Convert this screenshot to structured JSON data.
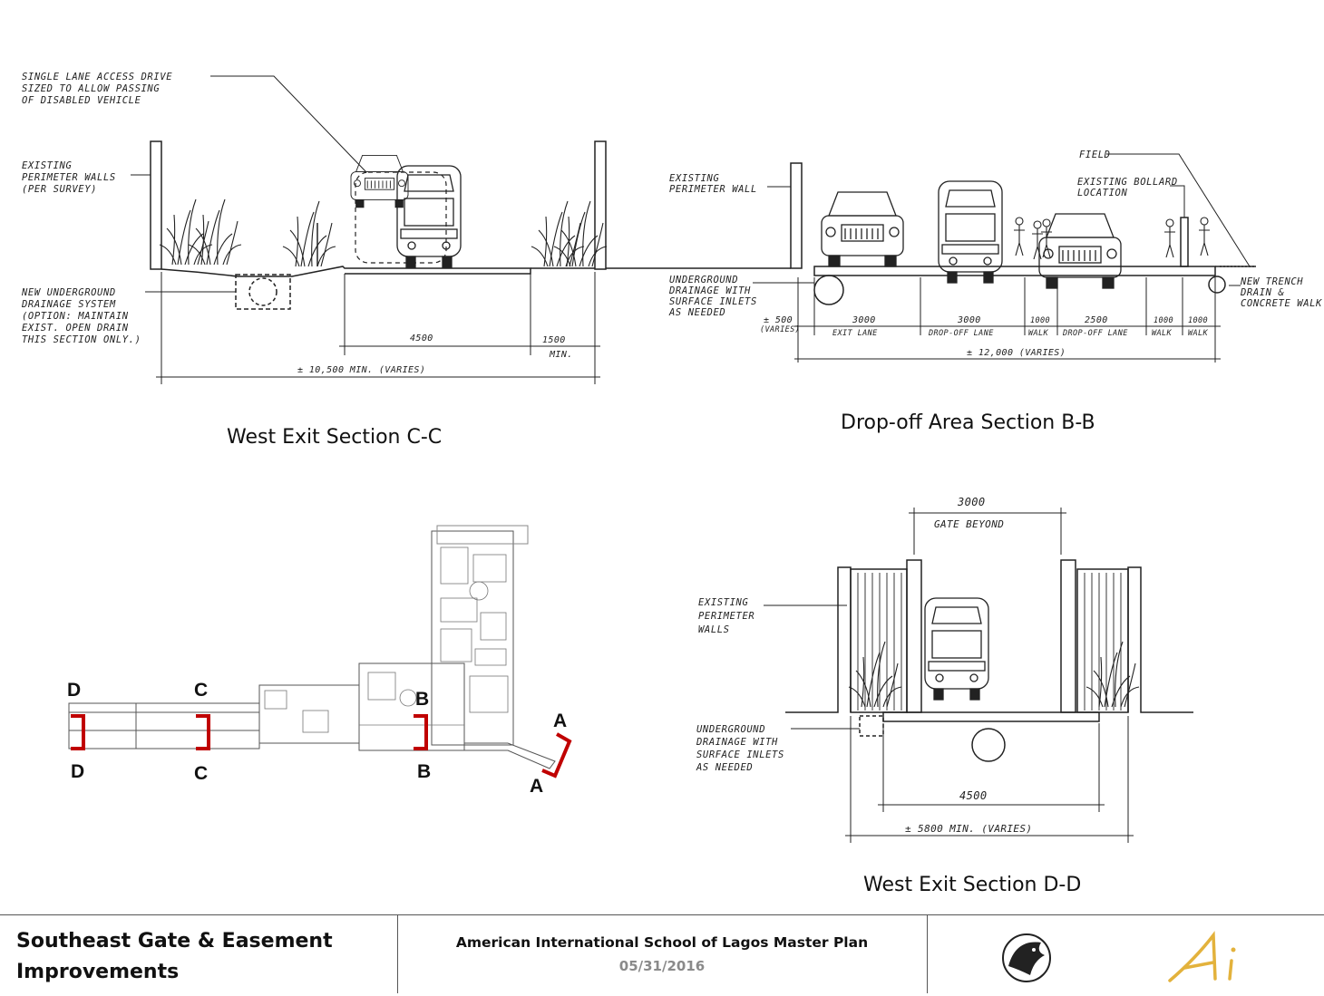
{
  "sections": {
    "c": {
      "caption": "West Exit Section C-C",
      "notes": {
        "drive": [
          "SINGLE LANE ACCESS DRIVE",
          "SIZED TO ALLOW PASSING",
          "OF DISABLED VEHICLE"
        ],
        "walls": [
          "EXISTING",
          "PERIMETER WALLS",
          "(PER SURVEY)"
        ],
        "drainage": [
          "NEW UNDERGROUND",
          "DRAINAGE SYSTEM",
          "(OPTION: MAINTAIN",
          "EXIST. OPEN DRAIN",
          "THIS SECTION ONLY.)"
        ]
      },
      "dims": {
        "drive": "4500",
        "shoulder": "1500",
        "shoulder_note": "MIN.",
        "overall": "± 10,500 MIN. (VARIES)"
      }
    },
    "b": {
      "caption": "Drop-off Area Section B-B",
      "notes": {
        "wall": [
          "EXISTING",
          "PERIMETER WALL"
        ],
        "field": "FIELD",
        "bollard": [
          "EXISTING BOLLARD",
          "LOCATION"
        ],
        "drainage": [
          "UNDERGROUND",
          "DRAINAGE WITH",
          "SURFACE INLETS",
          "AS NEEDED"
        ],
        "trench": [
          "NEW TRENCH",
          "DRAIN &",
          "CONCRETE WALK"
        ]
      },
      "dims": {
        "offset": [
          "± 500",
          "(VARIES)"
        ],
        "segments": [
          {
            "value": "3000",
            "label": "EXIT LANE"
          },
          {
            "value": "3000",
            "label": "DROP-OFF LANE"
          },
          {
            "value": "1000",
            "label": "WALK"
          },
          {
            "value": "2500",
            "label": "DROP-OFF LANE"
          },
          {
            "value": "1000",
            "label": "WALK"
          },
          {
            "value": "1000",
            "label": "WALK"
          }
        ],
        "overall": "± 12,000 (VARIES)"
      }
    },
    "d": {
      "caption": "West Exit Section D-D",
      "notes": {
        "walls": [
          "EXISTING",
          "PERIMETER",
          "WALLS"
        ],
        "drainage": [
          "UNDERGROUND",
          "DRAINAGE WITH",
          "SURFACE INLETS",
          "AS NEEDED"
        ]
      },
      "dims": {
        "gate": "3000",
        "gate_note": "GATE BEYOND",
        "drive": "4500",
        "overall": "± 5800 MIN. (VARIES)"
      }
    }
  },
  "plan": {
    "markers": [
      "D",
      "D",
      "C",
      "C",
      "B",
      "B",
      "A",
      "A"
    ],
    "marker_color": "#c00000"
  },
  "footer": {
    "title": [
      "Southeast Gate & Easement",
      "Improvements"
    ],
    "project": "American International School of Lagos Master Plan",
    "date": "05/31/2016",
    "logo_accent": "#e3b23c"
  }
}
